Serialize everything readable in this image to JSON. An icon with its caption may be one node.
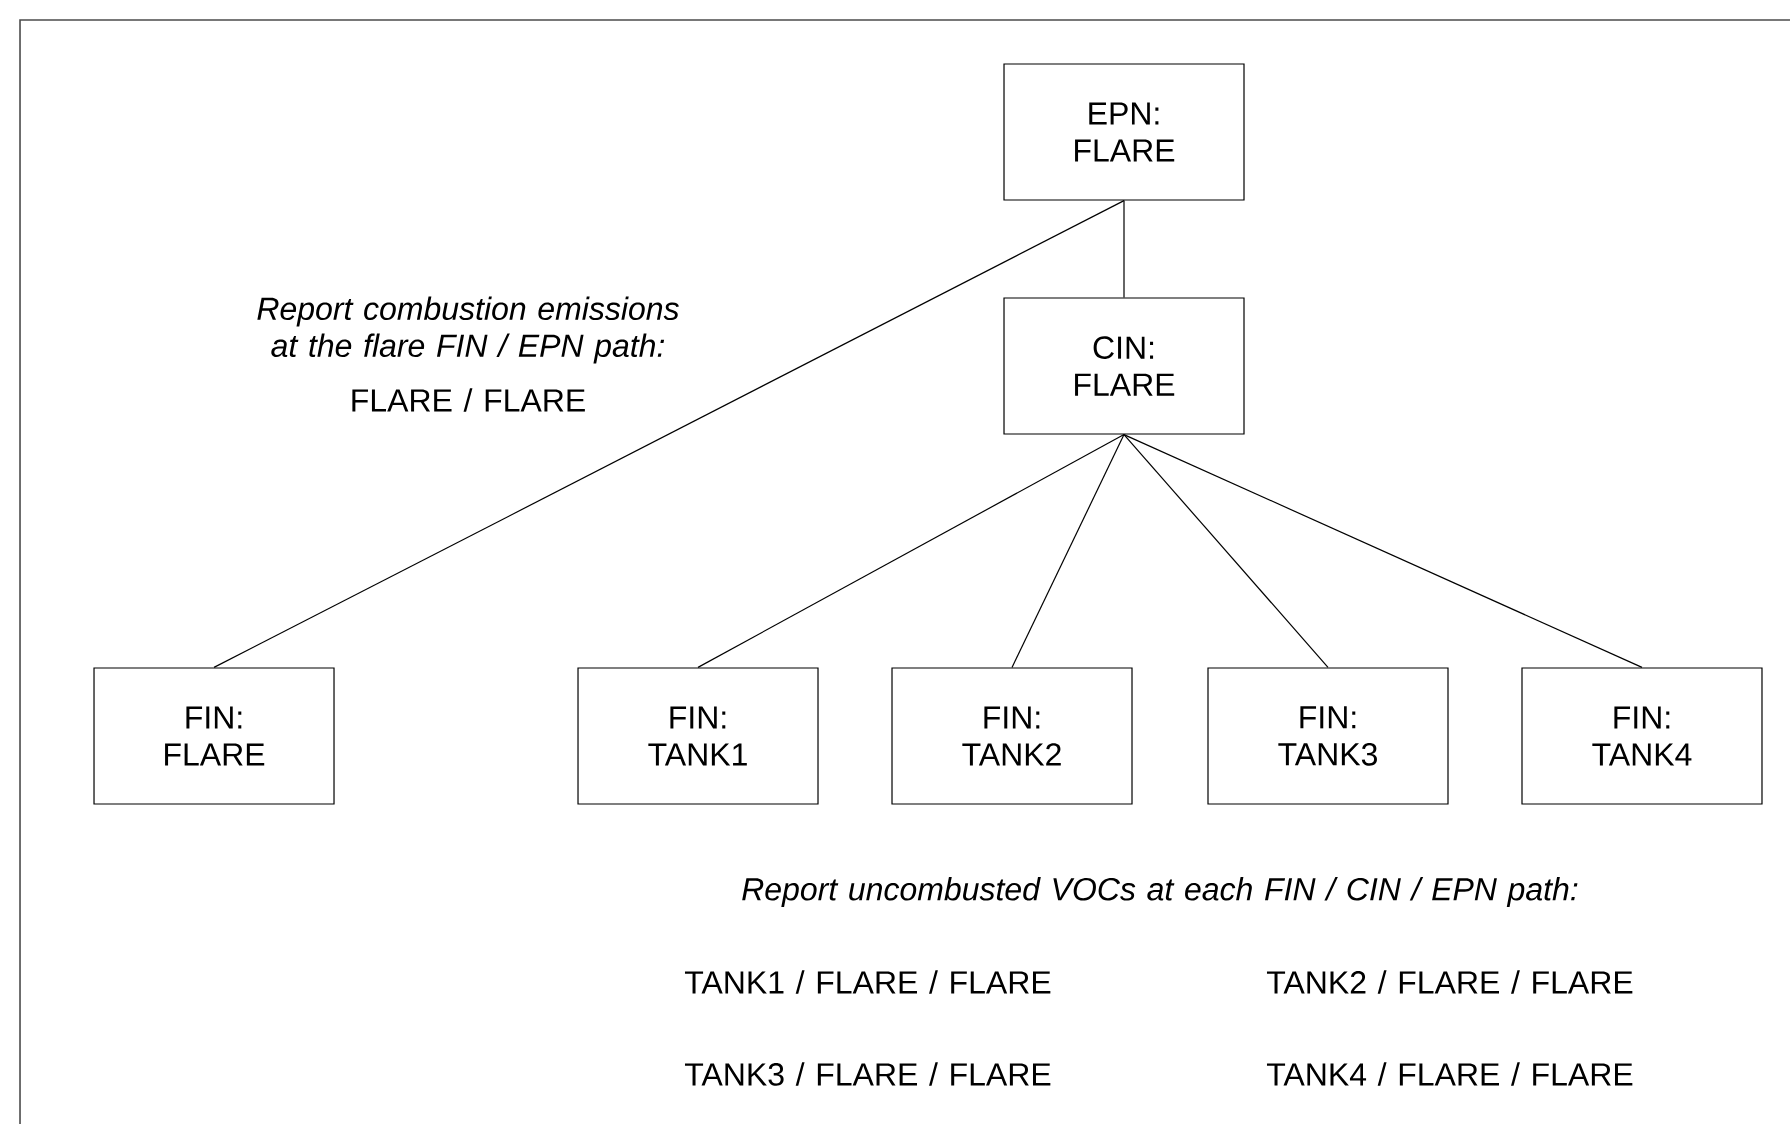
{
  "diagram": {
    "nodes": [
      {
        "text": [
          "EPN: FLARE"
        ]
      },
      {
        "text": [
          "CIN: FLARE"
        ]
      },
      {
        "text": [
          "FIN: FLARE"
        ]
      },
      {
        "text": [
          "FIN: TANK1"
        ]
      },
      {
        "text": [
          "FIN: TANK2"
        ]
      },
      {
        "text": [
          "FIN: TANK3"
        ]
      },
      {
        "text": [
          "FIN: TANK4"
        ]
      }
    ],
    "edges": [
      {
        "from": 0,
        "to": 1,
        "arrow": "none"
      },
      {
        "from": 0,
        "to": 2,
        "arrow": "none"
      },
      {
        "from": 1,
        "to": 3,
        "arrow": "none"
      },
      {
        "from": 1,
        "to": 4,
        "arrow": "none"
      },
      {
        "from": 1,
        "to": 5,
        "arrow": "none"
      },
      {
        "from": 1,
        "to": 6,
        "arrow": "none"
      }
    ],
    "labels": [
      "Report combustion emissions at the flare FIN / EPN path:",
      "FLARE / FLARE",
      "Report uncombusted VOCs at each FIN / CIN / EPN path:",
      "TANK1 / FLARE / FLARE",
      "TANK2 / FLARE / FLARE",
      "TANK3 / FLARE / FLARE",
      "TANK4 / FLARE / FLARE"
    ]
  }
}
